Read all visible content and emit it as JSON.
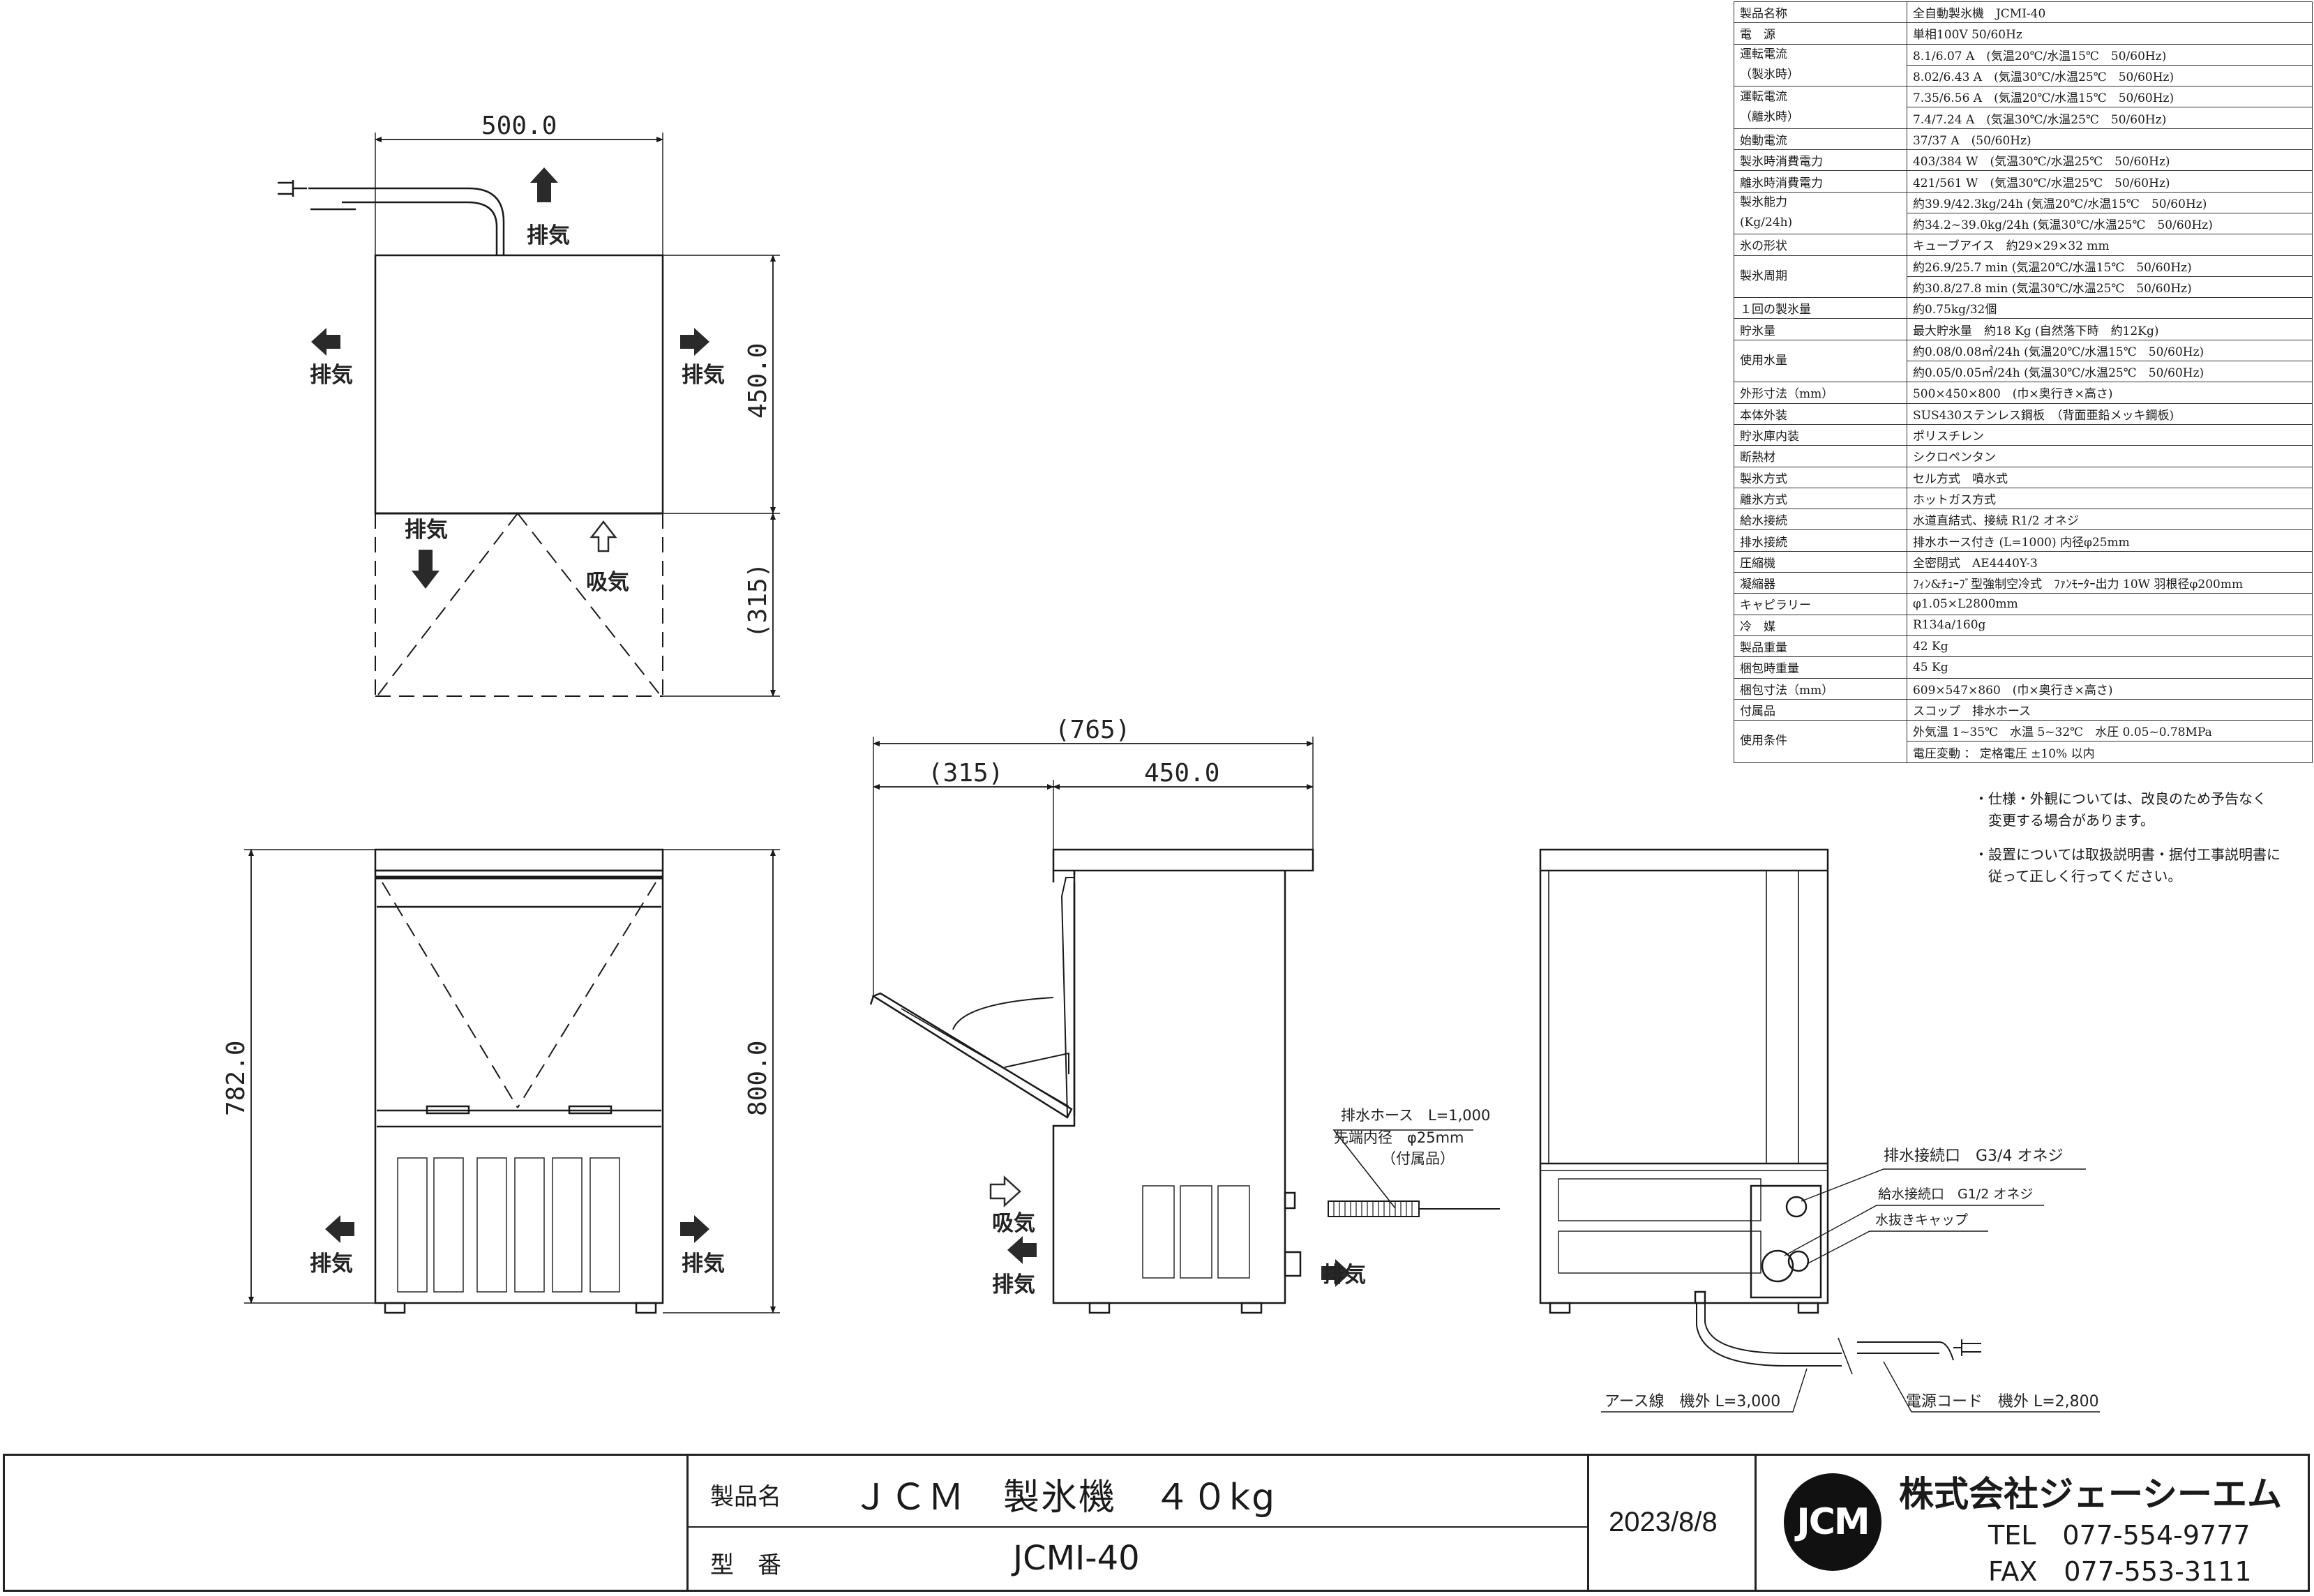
{
  "spec_table": [
    {
      "key": "製品名称",
      "values": [
        "全自動製氷機　JCMI-40"
      ]
    },
    {
      "key": "電　源",
      "values": [
        "単相100V 50/60Hz"
      ]
    },
    {
      "key": "運転電流\n（製氷時）",
      "values": [
        "8.1/6.07 A　(気温20℃/水温15℃　50/60Hz)",
        "8.02/6.43 A　(気温30℃/水温25℃　50/60Hz)"
      ]
    },
    {
      "key": "運転電流\n（離氷時）",
      "values": [
        "7.35/6.56 A　(気温20℃/水温15℃　50/60Hz)",
        "7.4/7.24 A　(気温30℃/水温25℃　50/60Hz)"
      ]
    },
    {
      "key": "始動電流",
      "values": [
        "37/37 A　(50/60Hz)"
      ]
    },
    {
      "key": "製氷時消費電力",
      "values": [
        "403/384 W　(気温30℃/水温25℃　50/60Hz)"
      ]
    },
    {
      "key": "離氷時消費電力",
      "values": [
        "421/561 W　(気温30℃/水温25℃　50/60Hz)"
      ]
    },
    {
      "key": "製氷能力\n(Kg/24h)",
      "values": [
        "約39.9/42.3kg/24h (気温20℃/水温15℃　50/60Hz)",
        "約34.2~39.0kg/24h (気温30℃/水温25℃　50/60Hz)"
      ]
    },
    {
      "key": "氷の形状",
      "values": [
        "キューブアイス　約29×29×32 mm"
      ]
    },
    {
      "key": "製氷周期",
      "values": [
        "約26.9/25.7 min (気温20℃/水温15℃　50/60Hz)",
        "約30.8/27.8 min (気温30℃/水温25℃　50/60Hz)"
      ]
    },
    {
      "key": "１回の製氷量",
      "values": [
        "約0.75kg/32個"
      ]
    },
    {
      "key": "貯氷量",
      "values": [
        "最大貯氷量　約18 Kg (自然落下時　約12Kg)"
      ]
    },
    {
      "key": "使用水量",
      "values": [
        "約0.08/0.08㎥/24h (気温20℃/水温15℃　50/60Hz)",
        "約0.05/0.05㎥/24h (気温30℃/水温25℃　50/60Hz)"
      ]
    },
    {
      "key": "外形寸法（mm）",
      "values": [
        "500×450×800　(巾×奥行き×高さ)"
      ]
    },
    {
      "key": "本体外装",
      "values": [
        "SUS430ステンレス鋼板　（背面亜鉛メッキ鋼板)"
      ]
    },
    {
      "key": "貯氷庫内装",
      "values": [
        "ポリスチレン"
      ]
    },
    {
      "key": "断熱材",
      "values": [
        "シクロペンタン"
      ]
    },
    {
      "key": "製氷方式",
      "values": [
        "セル方式　噴水式"
      ]
    },
    {
      "key": "離氷方式",
      "values": [
        "ホットガス方式"
      ]
    },
    {
      "key": "給水接続",
      "values": [
        "水道直結式、接続 R1/2 オネジ"
      ]
    },
    {
      "key": "排水接続",
      "values": [
        "排水ホース付き (L=1000) 内径φ25mm"
      ]
    },
    {
      "key": "圧縮機",
      "values": [
        "全密閉式　AE4440Y-3"
      ]
    },
    {
      "key": "凝縮器",
      "values": [
        "ﾌｨﾝ&ﾁｭｰﾌﾞ型強制空冷式　ﾌｧﾝﾓｰﾀｰ出力 10W 羽根径φ200mm"
      ]
    },
    {
      "key": "キャピラリー",
      "values": [
        "φ1.05×L2800mm"
      ]
    },
    {
      "key": "冷　媒",
      "values": [
        "R134a/160g"
      ]
    },
    {
      "key": "製品重量",
      "values": [
        "42 Kg"
      ]
    },
    {
      "key": "梱包時重量",
      "values": [
        "45 Kg"
      ]
    },
    {
      "key": "梱包寸法（mm）",
      "values": [
        "609×547×860　(巾×奥行き×高さ)"
      ]
    },
    {
      "key": "付属品",
      "values": [
        "スコップ　排水ホース"
      ]
    },
    {
      "key": "使用条件",
      "values": [
        "外気温 1~35℃　水温 5~32℃　水圧 0.05~0.78MPa",
        "電圧変動 ： 定格電圧 ±10% 以内"
      ]
    }
  ],
  "notes": [
    "・仕様・外観については、改良のため予告なく\n　変更する場合があります。",
    "・設置については取扱説明書・据付工事説明書に\n　従って正しく行ってください。"
  ],
  "drawing_text": {
    "exhaust": "排気",
    "intake": "吸気",
    "dim_500": "500.0",
    "dim_450": "450.0",
    "dim_315": "(315)",
    "dim_765": "(765)",
    "dim_782": "782.0",
    "dim_800": "800.0",
    "drain_hose_line1": "排水ホース　L=1,000",
    "drain_hose_line2": "先端内径　φ25mm",
    "drain_hose_line3": "（付属品）",
    "drain_port": "排水接続口　G3/4 オネジ",
    "water_inlet": "給水接続口　G1/2 オネジ",
    "drain_cap": "水抜きキャップ",
    "earth_wire": "アース線　機外 L=3,000",
    "power_cord": "電源コード　機外 L=2,800"
  },
  "title_block": {
    "product_name_label": "製品名",
    "product_name": "ＪＣＭ　製氷機　４０kg",
    "model_label": "型　番",
    "model": "JCMI-40",
    "date": "2023/8/8",
    "logo_text": "JCM",
    "company": "株式会社ジェーシーエム",
    "tel": "TEL　077-554-9777",
    "fax": "FAX　077-553-3111"
  },
  "colors": {
    "line": "#1a1a1a",
    "logo_bg": "#111111",
    "logo_fg": "#ffffff"
  }
}
